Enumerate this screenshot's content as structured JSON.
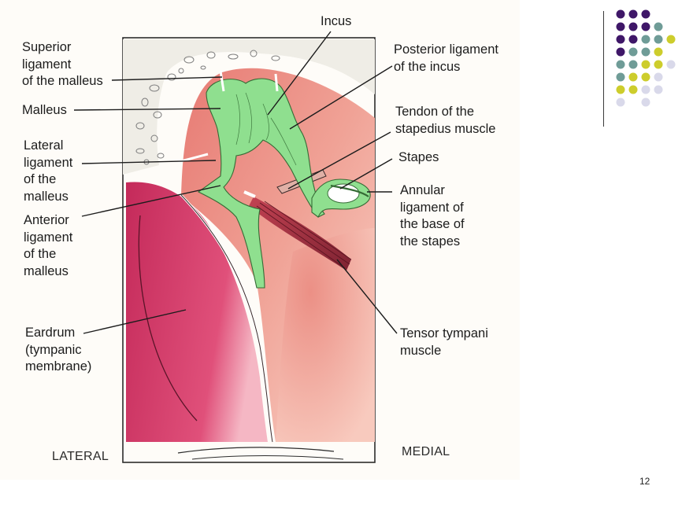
{
  "labels": {
    "incus": [
      "Incus"
    ],
    "superior_ligament": [
      "Superior",
      "ligament",
      "of the malleus"
    ],
    "malleus": [
      "Malleus"
    ],
    "lateral_ligament": [
      "Lateral",
      "ligament",
      "of the",
      "malleus"
    ],
    "anterior_ligament": [
      "Anterior",
      "ligament",
      "of the",
      "malleus"
    ],
    "eardrum": [
      "Eardrum",
      "(tympanic",
      "membrane)"
    ],
    "posterior_ligament": [
      "Posterior ligament",
      "of the incus"
    ],
    "tendon_stapedius": [
      "Tendon of the",
      "stapedius muscle"
    ],
    "stapes": [
      "Stapes"
    ],
    "annular_ligament": [
      "Annular",
      "ligament of",
      "the base of",
      "the stapes"
    ],
    "tensor_tympani": [
      "Tensor tympani",
      "muscle"
    ]
  },
  "orientation": {
    "lateral": "LATERAL",
    "medial": "MEDIAL"
  },
  "page_number": "12",
  "colors": {
    "ossicle_green": "#8fdf8f",
    "eardrum_magenta": "#c42a5a",
    "cavity_salmon": "#eb8f85",
    "muscle_red": "#b03a46",
    "bone_speckle": "#f1efe9",
    "dot_purple": "#3f1768",
    "dot_teal": "#6f9c97",
    "dot_yellow": "#cdcd2c",
    "dot_lavender": "#d9d9ea"
  },
  "decoration_dots": [
    [
      "purple",
      "purple",
      "purple",
      null,
      null
    ],
    [
      "purple",
      "purple",
      "purple",
      "teal",
      null
    ],
    [
      "purple",
      "purple",
      "teal",
      "teal",
      "yellow"
    ],
    [
      "purple",
      "teal",
      "teal",
      "yellow",
      null
    ],
    [
      "teal",
      "teal",
      "yellow",
      "yellow",
      "lavender"
    ],
    [
      "teal",
      "yellow",
      "yellow",
      "lavender",
      null
    ],
    [
      "yellow",
      "yellow",
      "lavender",
      "lavender",
      null
    ],
    [
      "lavender",
      null,
      "lavender",
      null,
      null
    ]
  ]
}
